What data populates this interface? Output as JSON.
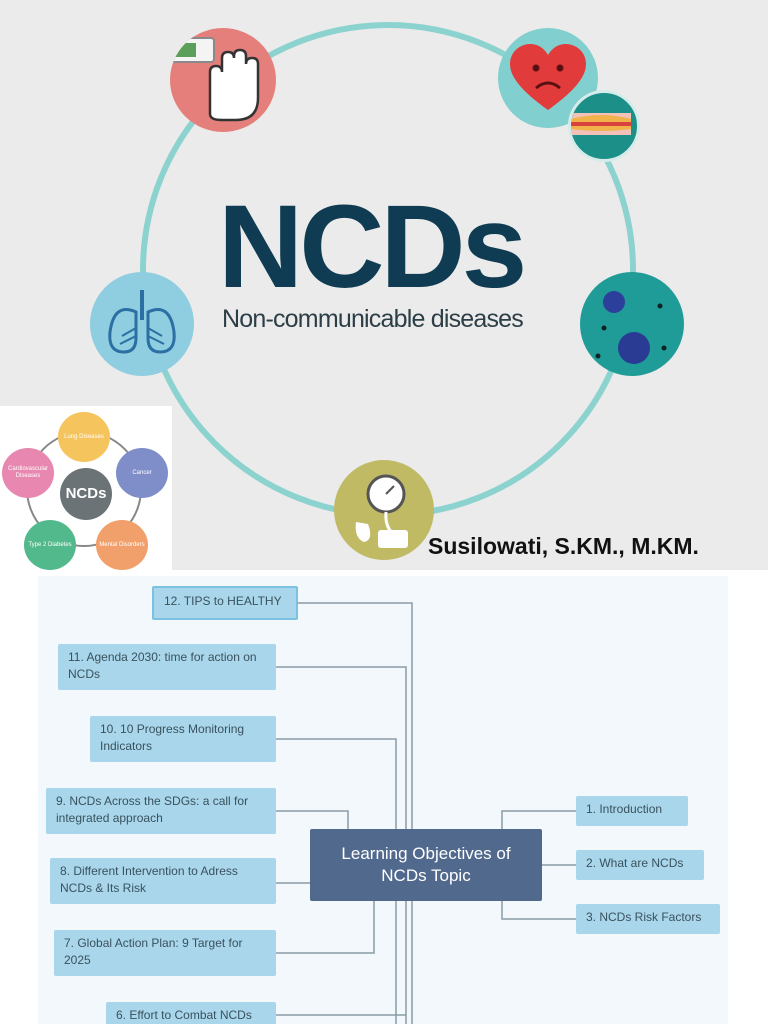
{
  "banner": {
    "title": "NCDs",
    "subtitle": "Non-communicable diseases",
    "author": "Susilowati, S.KM., M.KM."
  },
  "mini_cluster": {
    "center": "NCDs",
    "items": [
      "Lung Diseases",
      "Cancer",
      "Mental Disorders",
      "Type 2 Diabetes",
      "Cardiovascular Diseases"
    ]
  },
  "mindmap": {
    "center": "Learning Objectives of NCDs Topic",
    "right": [
      "1. Introduction",
      "2. What are NCDs",
      "3. NCDs Risk Factors"
    ],
    "left": [
      "12. TIPS to HEALTHY",
      "11. Agenda 2030: time for action on NCDs",
      "10. 10 Progress Monitoring Indicators",
      "9. NCDs Across the SDGs: a call for integrated approach",
      "8. Different Intervention to Adress NCDs & Its Risk",
      "7. Global Action Plan: 9 Target for 2025",
      "6. Effort to Combat NCDs"
    ]
  },
  "colors": {
    "ring": "#8cd3cf",
    "title": "#0f3c52",
    "node": "#a9d6ea",
    "center_node": "#52698e"
  }
}
